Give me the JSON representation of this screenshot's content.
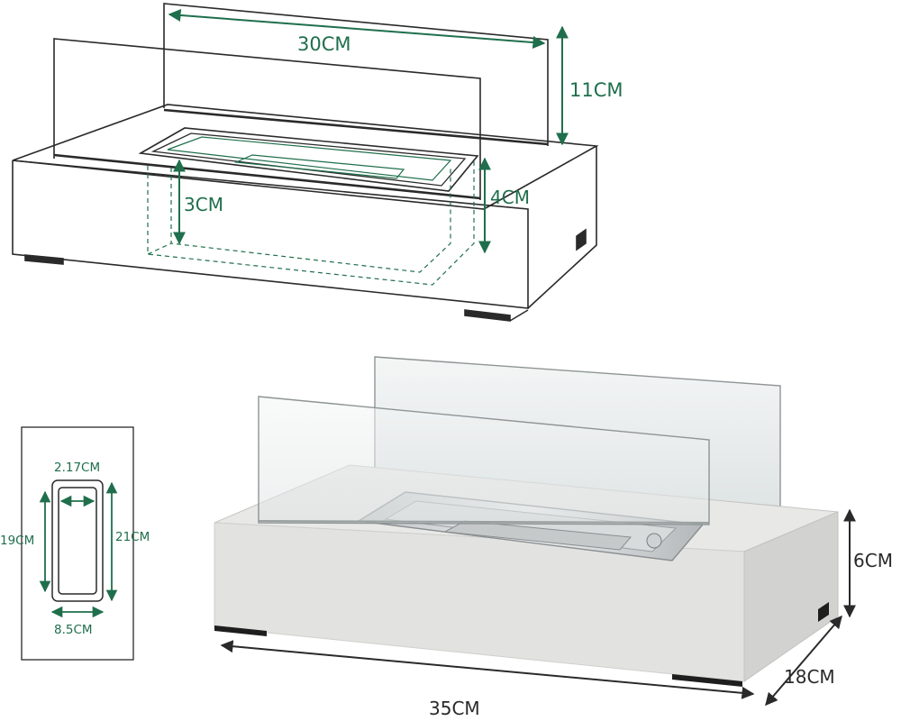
{
  "dimensions": {
    "glass_length": "30CM",
    "glass_height": "11CM",
    "burner_depth": "3CM",
    "base_inner_depth": "4CM",
    "burner_top_width": "2.17CM",
    "burner_outer_length": "21CM",
    "burner_inner_length": "19CM",
    "burner_outer_width": "8.5CM",
    "base_height": "6CM",
    "base_length": "35CM",
    "base_width": "18CM"
  },
  "colors": {
    "dimension": "#1f6f4c",
    "outline": "#2a2a2a",
    "base_fill": "#e3e3e1",
    "glass_fill": "#eef2f2"
  }
}
